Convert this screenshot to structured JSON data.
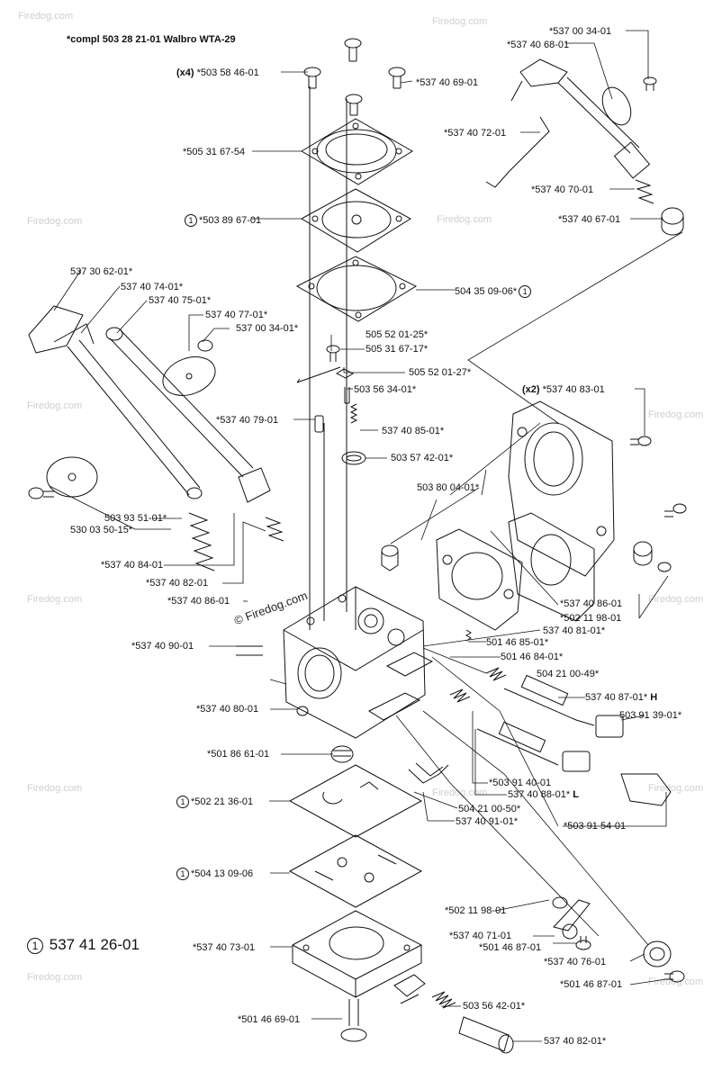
{
  "header": {
    "compl": "*compl 503 28 21-01 Walbro WTA-29"
  },
  "main_reference": {
    "circle": "1",
    "part": "537 41 26-01"
  },
  "watermark": "Firedog.com",
  "center_watermark": "© Firedog.com",
  "labels": [
    {
      "id": "l1",
      "prefix": "(x4)",
      "text": "*503 58 46-01"
    },
    {
      "id": "l2",
      "text": "*537 40 69-01"
    },
    {
      "id": "l3",
      "text": "*505 31 67-54"
    },
    {
      "id": "l4",
      "circle": "1",
      "text": "*503 89 67-01"
    },
    {
      "id": "l5",
      "text": "504 35 09-06*",
      "circle_after": "1"
    },
    {
      "id": "l6",
      "text": "*537 00 34-01"
    },
    {
      "id": "l7",
      "text": "*537 40 68-01"
    },
    {
      "id": "l8",
      "text": "*537 40 72-01"
    },
    {
      "id": "l9",
      "text": "*537 40 70-01"
    },
    {
      "id": "l10",
      "text": "*537 40 67-01"
    },
    {
      "id": "l11",
      "text": "537 30 62-01*"
    },
    {
      "id": "l12",
      "text": "537 40 74-01*"
    },
    {
      "id": "l13",
      "text": "537 40 75-01*"
    },
    {
      "id": "l14",
      "text": "537 40 77-01*"
    },
    {
      "id": "l15",
      "text": "537 00 34-01*"
    },
    {
      "id": "l16",
      "text": "505 52 01-25*"
    },
    {
      "id": "l17",
      "text": "505 31 67-17*"
    },
    {
      "id": "l18",
      "text": "505 52 01-27*"
    },
    {
      "id": "l19",
      "text": "503 56 34-01*"
    },
    {
      "id": "l20",
      "text": "*537 40 79-01"
    },
    {
      "id": "l21",
      "text": "537 40 85-01*"
    },
    {
      "id": "l22",
      "text": "503 57 42-01*"
    },
    {
      "id": "l23",
      "prefix": "(x2)",
      "text": "*537 40 83-01"
    },
    {
      "id": "l24",
      "text": "503 80 04-01*"
    },
    {
      "id": "l25",
      "text": "503 93 51-01*"
    },
    {
      "id": "l26",
      "text": "530 03 50-15*"
    },
    {
      "id": "l27",
      "text": "*537 40 84-01"
    },
    {
      "id": "l28",
      "text": "*537 40 82-01"
    },
    {
      "id": "l29",
      "text": "*537 40 86-01"
    },
    {
      "id": "l30",
      "text": "*537 40 86-01"
    },
    {
      "id": "l31",
      "text": "*502 11 98-01"
    },
    {
      "id": "l32",
      "text": "537 40 81-01*"
    },
    {
      "id": "l33",
      "text": "*537 40 90-01"
    },
    {
      "id": "l34",
      "text": "501 46 85-01*"
    },
    {
      "id": "l35",
      "text": "501 46 84-01*"
    },
    {
      "id": "l36",
      "text": "504 21 00-49*"
    },
    {
      "id": "l37",
      "text": "*537 40 80-01"
    },
    {
      "id": "l38",
      "text": "537 40 87-01*",
      "suffix": "H"
    },
    {
      "id": "l39",
      "text": "503 91 39-01*"
    },
    {
      "id": "l40",
      "text": "*501 86 61-01"
    },
    {
      "id": "l41",
      "text": "*503 91 40-01"
    },
    {
      "id": "l42",
      "text": "537 40 88-01*",
      "suffix": "L"
    },
    {
      "id": "l43",
      "circle": "1",
      "text": "*502 21 36-01"
    },
    {
      "id": "l44",
      "text": "504 21 00-50*"
    },
    {
      "id": "l45",
      "text": "537 40 91-01*"
    },
    {
      "id": "l46",
      "text": "*503 91 54-01"
    },
    {
      "id": "l47",
      "circle": "1",
      "text": "*504 13 09-06"
    },
    {
      "id": "l48",
      "text": "*502 11 98-01"
    },
    {
      "id": "l49",
      "text": "*537 40 71-01"
    },
    {
      "id": "l50",
      "text": "*501 46 87-01"
    },
    {
      "id": "l51",
      "text": "*537 40 73-01"
    },
    {
      "id": "l52",
      "text": "*537 40 76-01"
    },
    {
      "id": "l53",
      "text": "*501 46 87-01"
    },
    {
      "id": "l54",
      "text": "503 56 42-01*"
    },
    {
      "id": "l55",
      "text": "*501 46 69-01"
    },
    {
      "id": "l56",
      "text": "537 40 82-01*"
    }
  ]
}
